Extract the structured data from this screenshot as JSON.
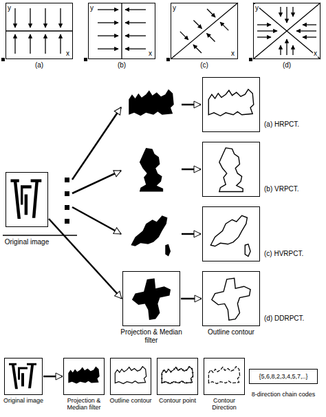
{
  "diagram": {
    "nodes": [
      {
        "text": [
          "(a)"
        ]
      },
      {
        "text": [
          "(b)"
        ]
      },
      {
        "text": [
          "(c)"
        ]
      },
      {
        "text": [
          "(d)"
        ]
      },
      {
        "text": [
          "Original image"
        ]
      },
      {
        "text": [
          "(a) HRPCT."
        ]
      },
      {
        "text": [
          "(b) VRPCT."
        ]
      },
      {
        "text": [
          "(c) HVRPCT."
        ]
      },
      {
        "text": [
          "Projection & Median filter"
        ]
      },
      {
        "text": [
          "Outline contour",
          "(d) DDRPCT."
        ]
      },
      {
        "text": [
          "Original image"
        ]
      },
      {
        "text": [
          "Projection & Median filter"
        ]
      },
      {
        "text": [
          "Outline contour"
        ]
      },
      {
        "text": [
          "Contour point"
        ]
      },
      {
        "text": [
          "Contour Direction"
        ]
      },
      {
        "text": [
          "{5,6,8,2,3,4,5,7,..}",
          "8-direction chain codes"
        ]
      }
    ],
    "edges": [
      {
        "from": 4,
        "to": 8,
        "arrow": "to"
      },
      {
        "from": 8,
        "to": 9,
        "arrow": "to"
      },
      {
        "from": 10,
        "to": 11,
        "arrow": "to"
      }
    ],
    "labels": [
      "y",
      "x",
      "y",
      "x",
      "y",
      "x",
      "y",
      "x"
    ]
  }
}
